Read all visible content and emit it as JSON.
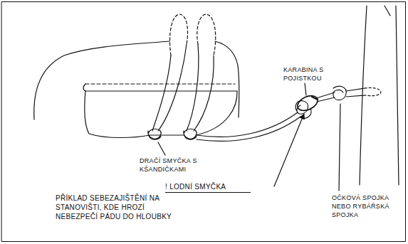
{
  "diagram": {
    "labels": [
      "KARABINA S POJISTKOU",
      "DRAČÍ SMYČKA S KŠANDIČKAMI",
      "! LODNÍ SMYČKA",
      "PŘÍKLAD SEBEZAJIŠTĚNÍ NA STANOVIŠTI, KDE HROZÍ NEBEZPEČÍ PÁDU DO HLOUBKY",
      "OČKOVÁ SPOJKA NEBO RYBÁŘSKÁ SPOJKA"
    ]
  }
}
